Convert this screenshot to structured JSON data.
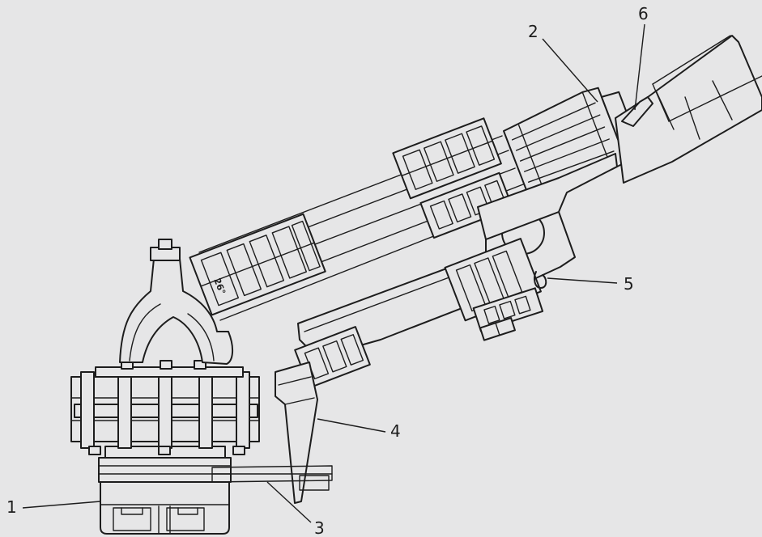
{
  "diagram": {
    "background_color": "#e6e6e7",
    "line_color": "#1d1d1d",
    "body_marking": "26°",
    "callouts": [
      {
        "id": "1",
        "label": "1"
      },
      {
        "id": "2",
        "label": "2"
      },
      {
        "id": "3",
        "label": "3"
      },
      {
        "id": "4",
        "label": "4"
      },
      {
        "id": "5",
        "label": "5"
      },
      {
        "id": "6",
        "label": "6"
      }
    ]
  }
}
